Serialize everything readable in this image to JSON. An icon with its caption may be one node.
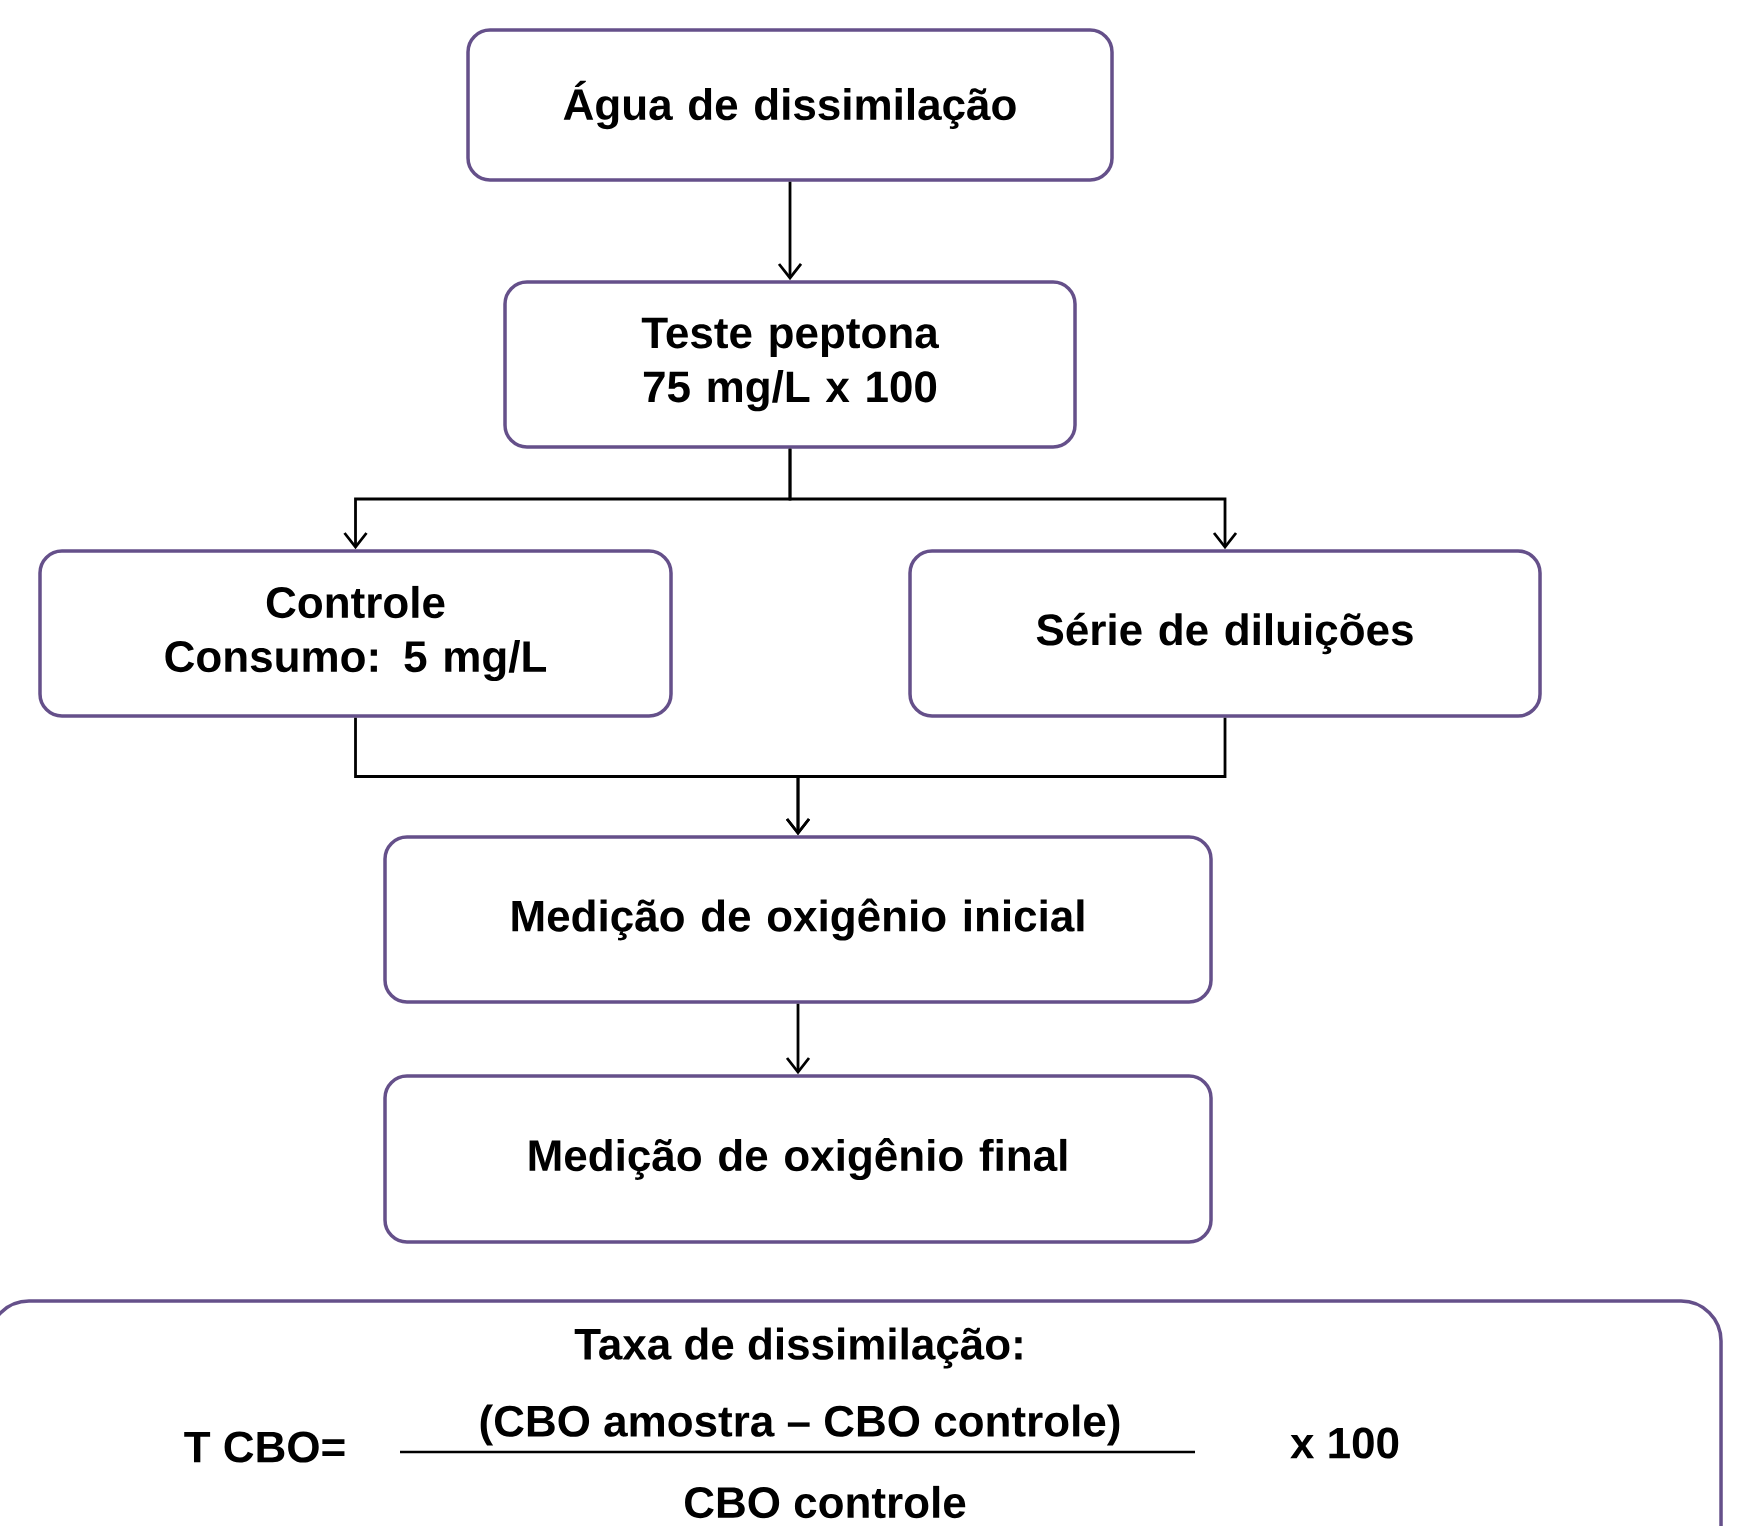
{
  "diagram": {
    "nodes": [
      {
        "text": [
          "Água de dissimilação"
        ]
      },
      {
        "text": [
          "Teste peptona 75 mg/L x 100"
        ]
      },
      {
        "text": [
          "Controle Consumo: 5 mg/L"
        ]
      },
      {
        "text": [
          "Série de diluições"
        ]
      },
      {
        "text": [
          "Medição de oxigênio inicial"
        ]
      },
      {
        "text": [
          "Medição de oxigênio final"
        ]
      },
      {
        "text": [
          "Taxa de dissimilação:",
          "T CBO=",
          "(CBO amostra – CBO controle)",
          "CBO controle",
          "x 100"
        ]
      }
    ],
    "edges": [
      {
        "from": 0,
        "to": 1,
        "arrow": "to"
      },
      {
        "from": 1,
        "to": 2,
        "arrow": "to"
      },
      {
        "from": 1,
        "to": 3,
        "arrow": "to"
      },
      {
        "from": 2,
        "to": 4,
        "arrow": "to"
      },
      {
        "from": 3,
        "to": 4,
        "arrow": "to"
      },
      {
        "from": 4,
        "to": 5,
        "arrow": "to"
      }
    ]
  }
}
